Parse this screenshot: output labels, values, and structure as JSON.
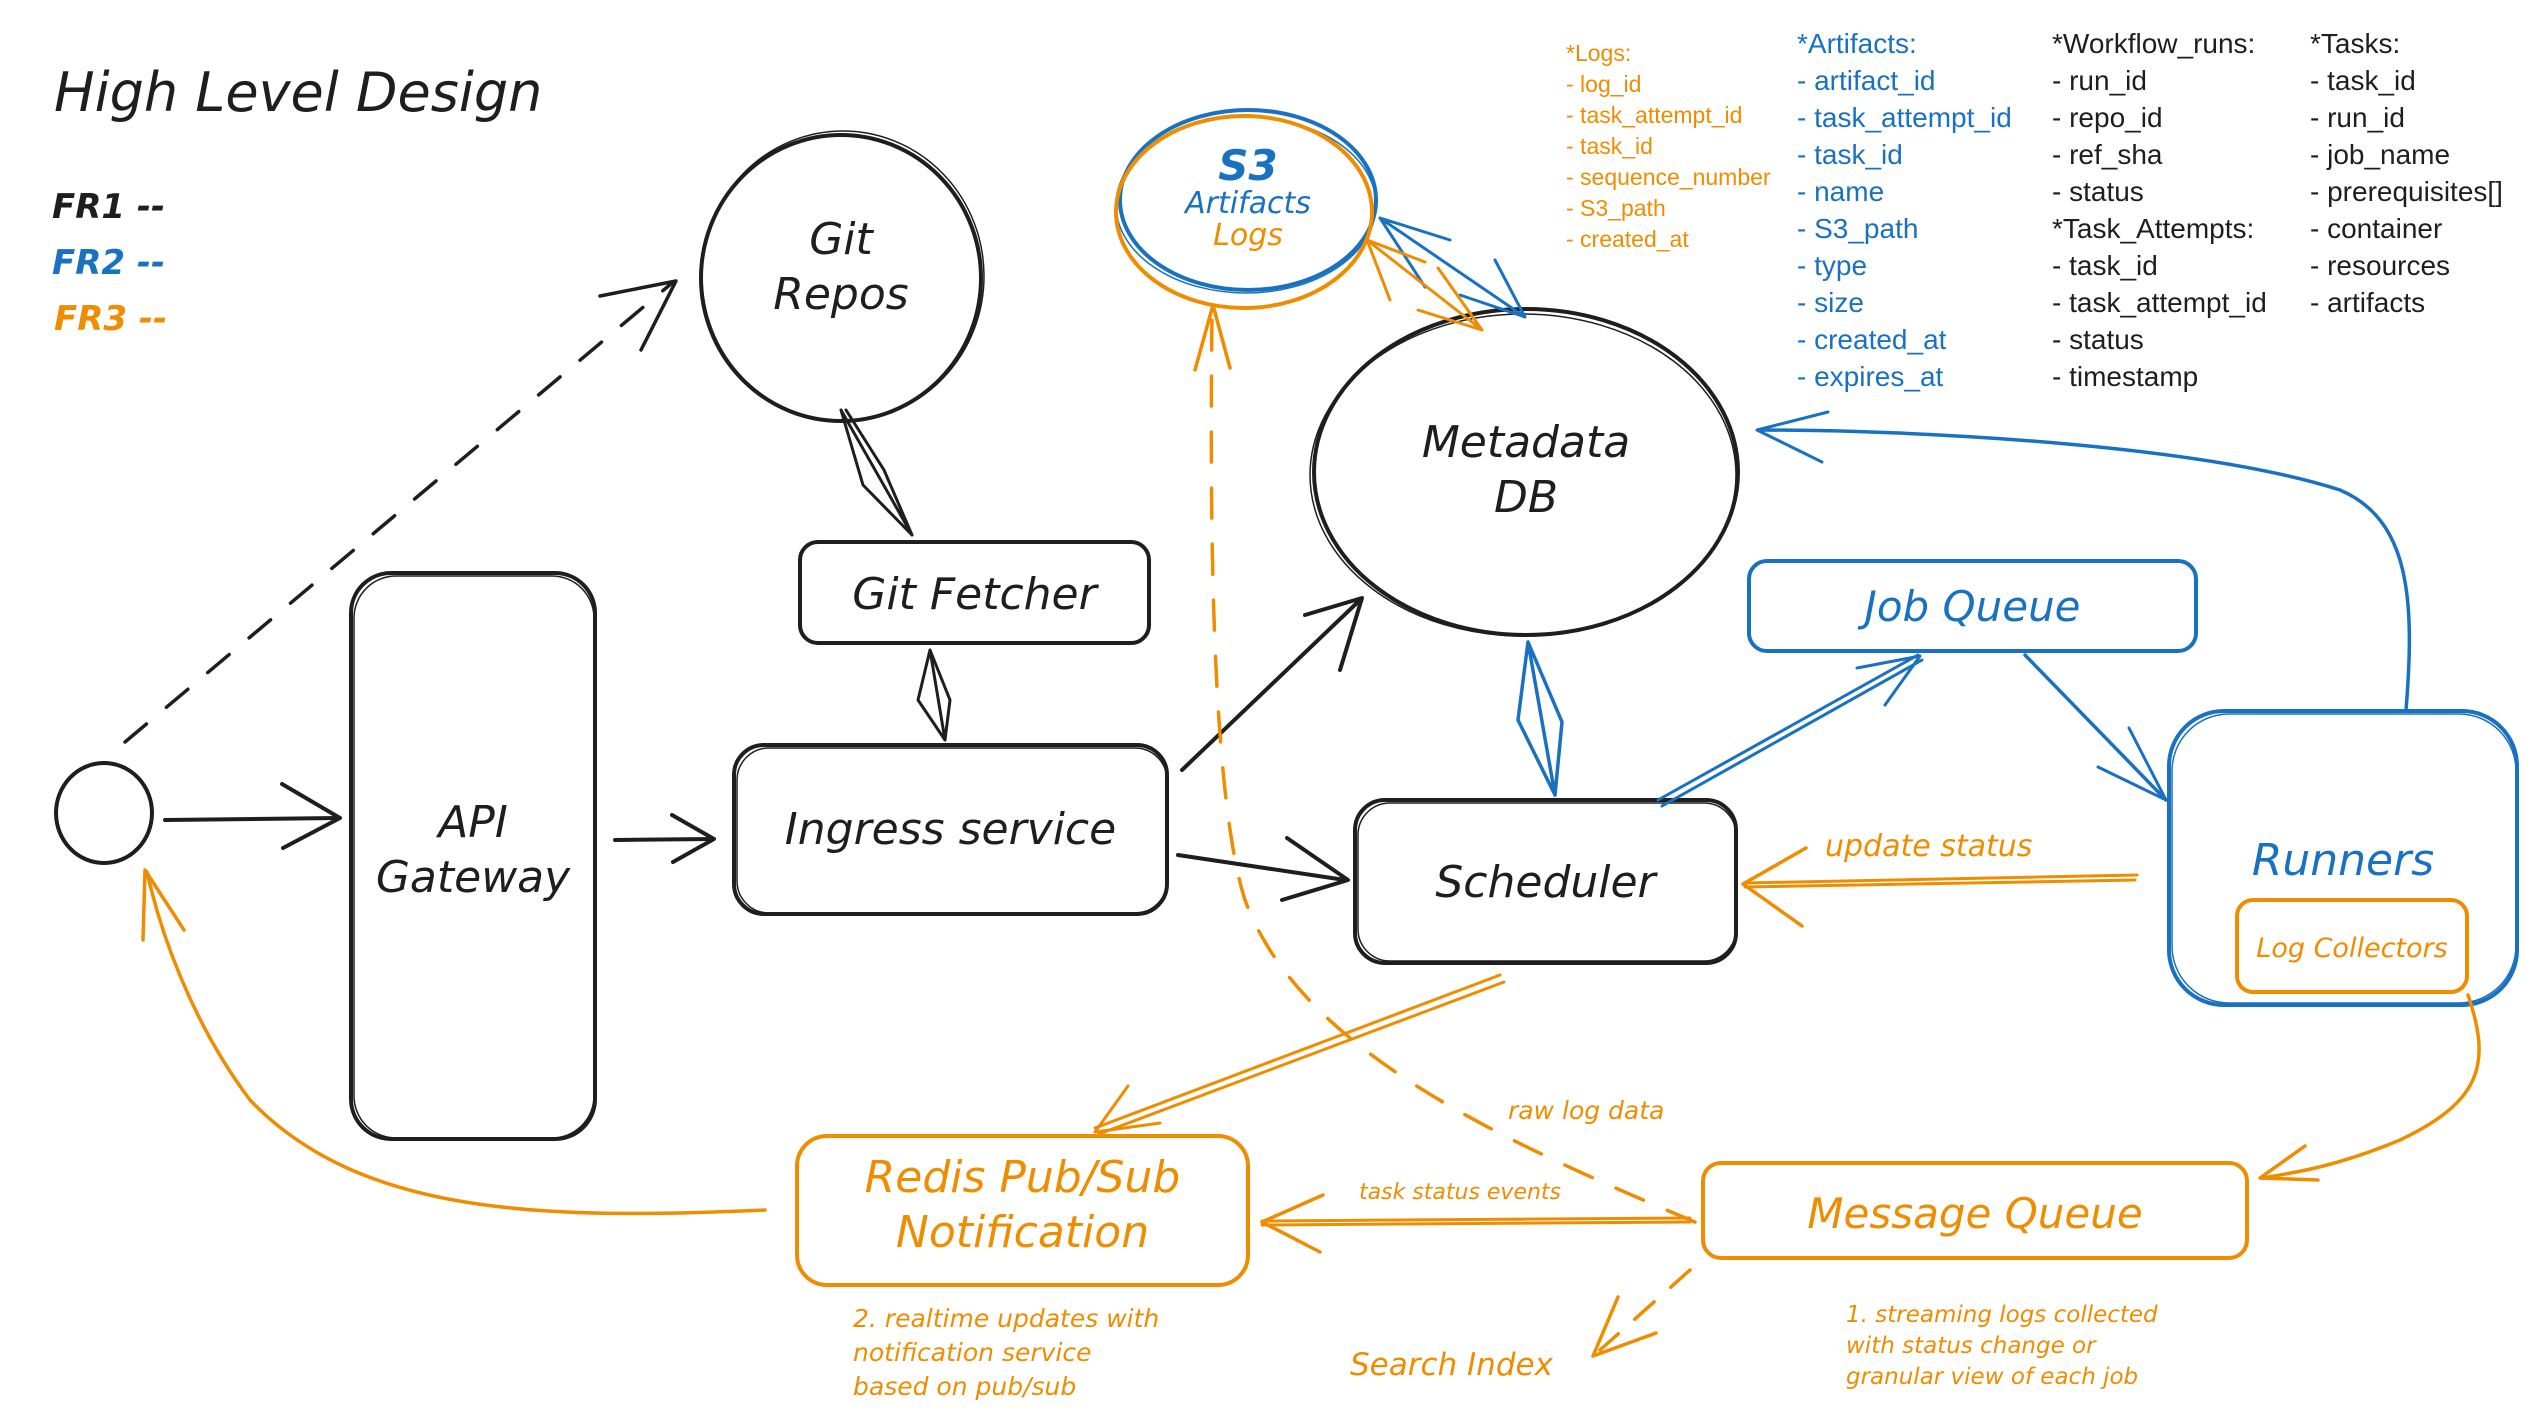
{
  "title": "High Level Design",
  "legend": [
    {
      "label": "FR1 --",
      "color": "#1e1e1e"
    },
    {
      "label": "FR2 --",
      "color": "#1971c2"
    },
    {
      "label": "FR3 --",
      "color": "#f08c00"
    }
  ],
  "colors": {
    "fr1": "#1e1e1e",
    "fr2": "#1971c2",
    "fr3": "#f08c00"
  },
  "nodes": {
    "client": {
      "label": ""
    },
    "api_gateway": {
      "line1": "API",
      "line2": "Gateway"
    },
    "git_repos": {
      "line1": "Git",
      "line2": "Repos"
    },
    "git_fetcher": {
      "label": "Git Fetcher"
    },
    "ingress_service": {
      "label": "Ingress service"
    },
    "metadata_db": {
      "line1": "Metadata",
      "line2": "DB"
    },
    "s3": {
      "title": "S3",
      "line_artifacts": "Artifacts",
      "line_logs": "Logs"
    },
    "scheduler": {
      "label": "Scheduler"
    },
    "job_queue": {
      "label": "Job Queue"
    },
    "runners": {
      "label": "Runners"
    },
    "log_collectors": {
      "label": "Log Collectors"
    },
    "redis_pubsub": {
      "line1": "Redis Pub/Sub",
      "line2": "Notification"
    },
    "message_queue": {
      "label": "Message Queue"
    },
    "search_index": {
      "label": "Search Index"
    }
  },
  "edge_labels": {
    "update_status": "update status",
    "raw_log_data": "raw log data",
    "task_status_events": "task status events"
  },
  "notes": {
    "realtime": [
      "2. realtime updates with",
      "notification service",
      "based on pub/sub"
    ],
    "streaming": [
      "1. streaming logs collected",
      "with status change or",
      "granular view of each job"
    ]
  },
  "schemas": {
    "logs": {
      "title": "*Logs:",
      "fields": [
        "- log_id",
        "- task_attempt_id",
        "- task_id",
        "- sequence_number",
        "- S3_path",
        "- created_at"
      ]
    },
    "artifacts": {
      "title": "*Artifacts:",
      "fields": [
        "- artifact_id",
        "- task_attempt_id",
        "- task_id",
        "- name",
        "- S3_path",
        "- type",
        "- size",
        "- created_at",
        "- expires_at"
      ]
    },
    "workflow_runs": {
      "title": "*Workflow_runs:",
      "fields": [
        "- run_id",
        "- repo_id",
        "- ref_sha",
        "- status"
      ]
    },
    "task_attempts": {
      "title": "*Task_Attempts:",
      "fields": [
        "- task_id",
        "- task_attempt_id",
        "- status",
        "- timestamp"
      ]
    },
    "tasks": {
      "title": "*Tasks:",
      "fields": [
        "- task_id",
        "- run_id",
        "- job_name",
        "- prerequisites[]",
        "- container",
        "- resources",
        "- artifacts"
      ]
    }
  }
}
